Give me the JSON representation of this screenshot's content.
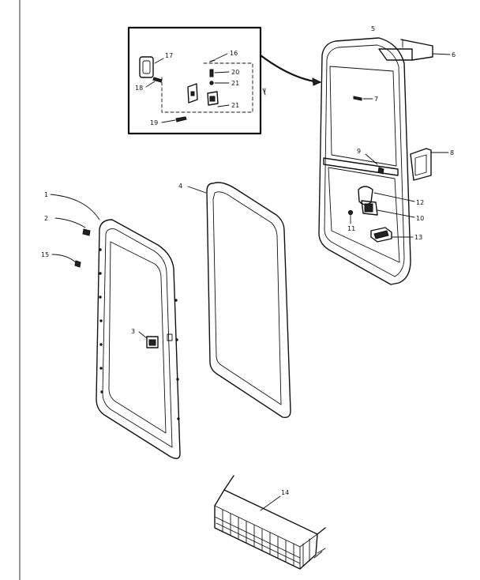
{
  "labels": {
    "door_frame": "1",
    "screw_door": "2",
    "latch_catch": "3",
    "gasket": "4",
    "door_liner_panel": "5",
    "hinge_top": "6",
    "screw_liner": "7",
    "hinge_bottom": "8",
    "screw_center": "9",
    "lock_assembly": "10",
    "lock_screw": "11",
    "lock_handle": "12",
    "bracket_lower": "13",
    "basket": "14",
    "shim": "15",
    "detail_spring": "16",
    "detail_cover": "17",
    "detail_pin": "18",
    "detail_screw": "19",
    "detail_washer": "20",
    "detail_nut_a": "21",
    "detail_nut_b": "21"
  },
  "colors": {
    "line": "#111111",
    "background": "#ffffff"
  }
}
